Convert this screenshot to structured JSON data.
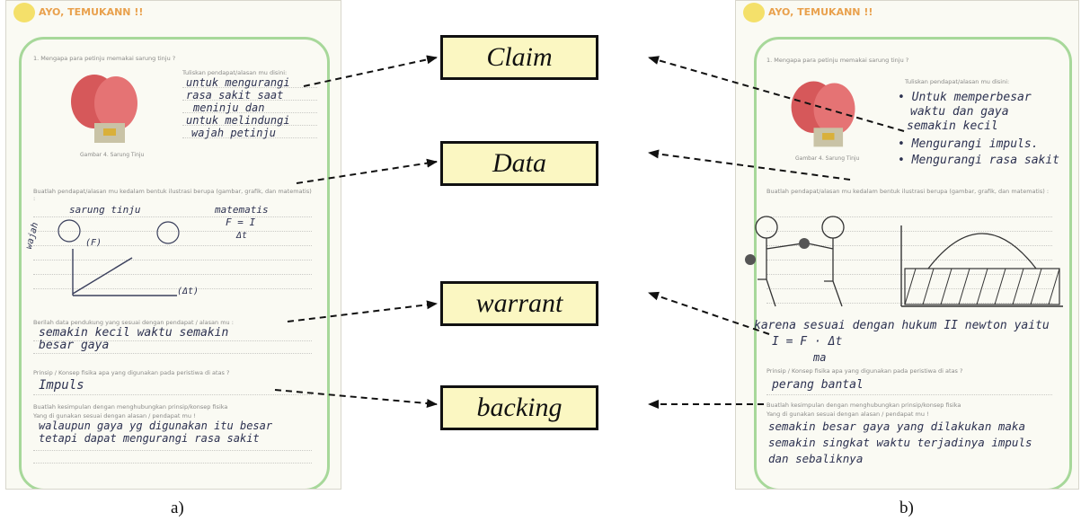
{
  "labels": {
    "claim": "Claim",
    "data": "Data",
    "warrant": "warrant",
    "backing": "backing"
  },
  "panels": {
    "a": "a)",
    "b": "b)"
  },
  "worksheet_a": {
    "header": "AYO, TEMUKANN !!",
    "q1": "1.  Mengapa  para petinju memakai sarung tinju ?",
    "prompt": "Tuliskan pendapat/alasan mu disini:",
    "caption": "Gambar 4. Sarung Tinju",
    "q2": "Buatlah pendapat/alasan mu kedalam bentuk ilustrasi berupa (gambar, grafik, dan matematis) :",
    "q3": "Berilah data pendukung yang sesuai dengan pendapat / alasan mu :",
    "q4": "Prinsip / Konsep fisika apa yang digunakan pada peristiwa di atas ?",
    "q5": "Buatlah kesimpulan dengan menghubungkan prinsip/konsep fisika",
    "q5b": "Yang di gunakan sesuai dengan alasan / pendapat mu !",
    "ans_claim": [
      "untuk mengurangi",
      "rasa sakit saat",
      "meninju dan",
      "untuk melindungi",
      "wajah petinju"
    ],
    "ans_data": [
      "sarung tinju",
      "matematis",
      "F = I",
      "Δt",
      "(F)",
      "(Δt)",
      "wajah"
    ],
    "ans_warrant": [
      "semakin kecil waktu semakin",
      "besar gaya"
    ],
    "ans_principle": "Impuls",
    "ans_backing": [
      "walaupun gaya yg digunakan itu besar",
      "tetapi dapat mengurangi rasa sakit"
    ]
  },
  "worksheet_b": {
    "header": "AYO, TEMUKANN !!",
    "q1": "1.  Mengapa  para petinju memakai sarung tinju ?",
    "prompt": "Tuliskan pendapat/alasan mu disini:",
    "caption": "Gambar 4. Sarung Tinju",
    "q2": "Buatlah pendapat/alasan mu kedalam bentuk ilustrasi berupa (gambar, grafik, dan matematis) :",
    "q4": "Prinsip / Konsep fisika apa yang digunakan pada peristiwa di atas ?",
    "q5": "Buatlah kesimpulan dengan menghubungkan prinsip/konsep fisika",
    "q5b": "Yang di gunakan sesuai dengan alasan / pendapat mu !",
    "ans_claim": [
      "• Untuk memperbesar",
      "waktu dan gaya",
      "semakin kecil",
      "• Mengurangi impuls.",
      "• Mengurangi rasa sakit"
    ],
    "ans_warrant": [
      "karena sesuai dengan hukum II newton yaitu",
      "I = F · Δt",
      "ma"
    ],
    "ans_principle": "perang bantal",
    "ans_backing": [
      "semakin besar gaya yang dilakukan maka",
      "semakin singkat waktu terjadinya impuls",
      "dan sebaliknya"
    ]
  }
}
